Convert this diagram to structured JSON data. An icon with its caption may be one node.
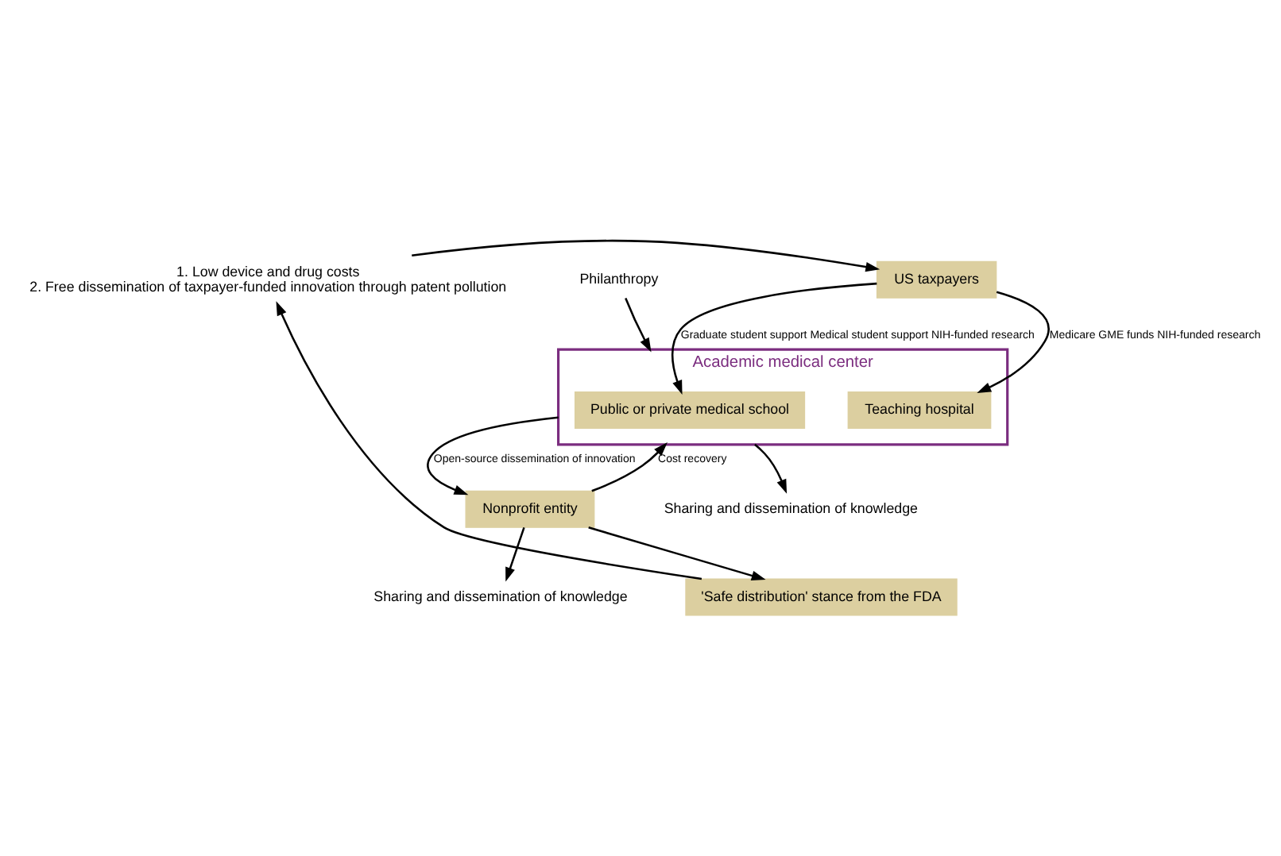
{
  "diagram": {
    "nodes": [
      {
        "text": [
          "Academic medical center"
        ]
      },
      {
        "text": [
          "Public or private medical school"
        ],
        "in": 0
      },
      {
        "text": [
          "Teaching hospital"
        ],
        "in": 0
      },
      {
        "text": [
          "US taxpayers"
        ]
      },
      {
        "text": [
          "Philanthropy"
        ]
      },
      {
        "text": [
          "Sharing and dissemination of knowledge"
        ]
      },
      {
        "text": [
          "Nonprofit entity"
        ]
      },
      {
        "text": [
          "'Safe distribution' stance from the FDA"
        ]
      },
      {
        "text": [
          "Sharing and dissemination of knowledge"
        ]
      },
      {
        "text": [
          "1. Low device and drug costs",
          "2. Free dissemination of taxpayer-funded innovation through patent pollution"
        ]
      }
    ],
    "edges": [
      {
        "from": 3,
        "to": 1,
        "arrow": "to",
        "label": "Graduate student support Medical student support NIH-funded research"
      },
      {
        "from": 3,
        "to": 2,
        "arrow": "to",
        "label": "Medicare GME funds NIH-funded research"
      },
      {
        "from": 4,
        "to": 0,
        "arrow": "to"
      },
      {
        "from": 0,
        "to": 5,
        "arrow": "to"
      },
      {
        "from": 0,
        "to": 6,
        "arrow": "to",
        "label": "Open-source dissemination of innovation"
      },
      {
        "from": 6,
        "to": 0,
        "arrow": "to",
        "label": "Cost recovery"
      },
      {
        "from": 6,
        "to": 8,
        "arrow": "to"
      },
      {
        "from": 6,
        "to": 7,
        "arrow": "to"
      },
      {
        "from": 7,
        "to": 9,
        "arrow": "to"
      },
      {
        "from": 9,
        "to": 3,
        "arrow": "to"
      }
    ]
  }
}
